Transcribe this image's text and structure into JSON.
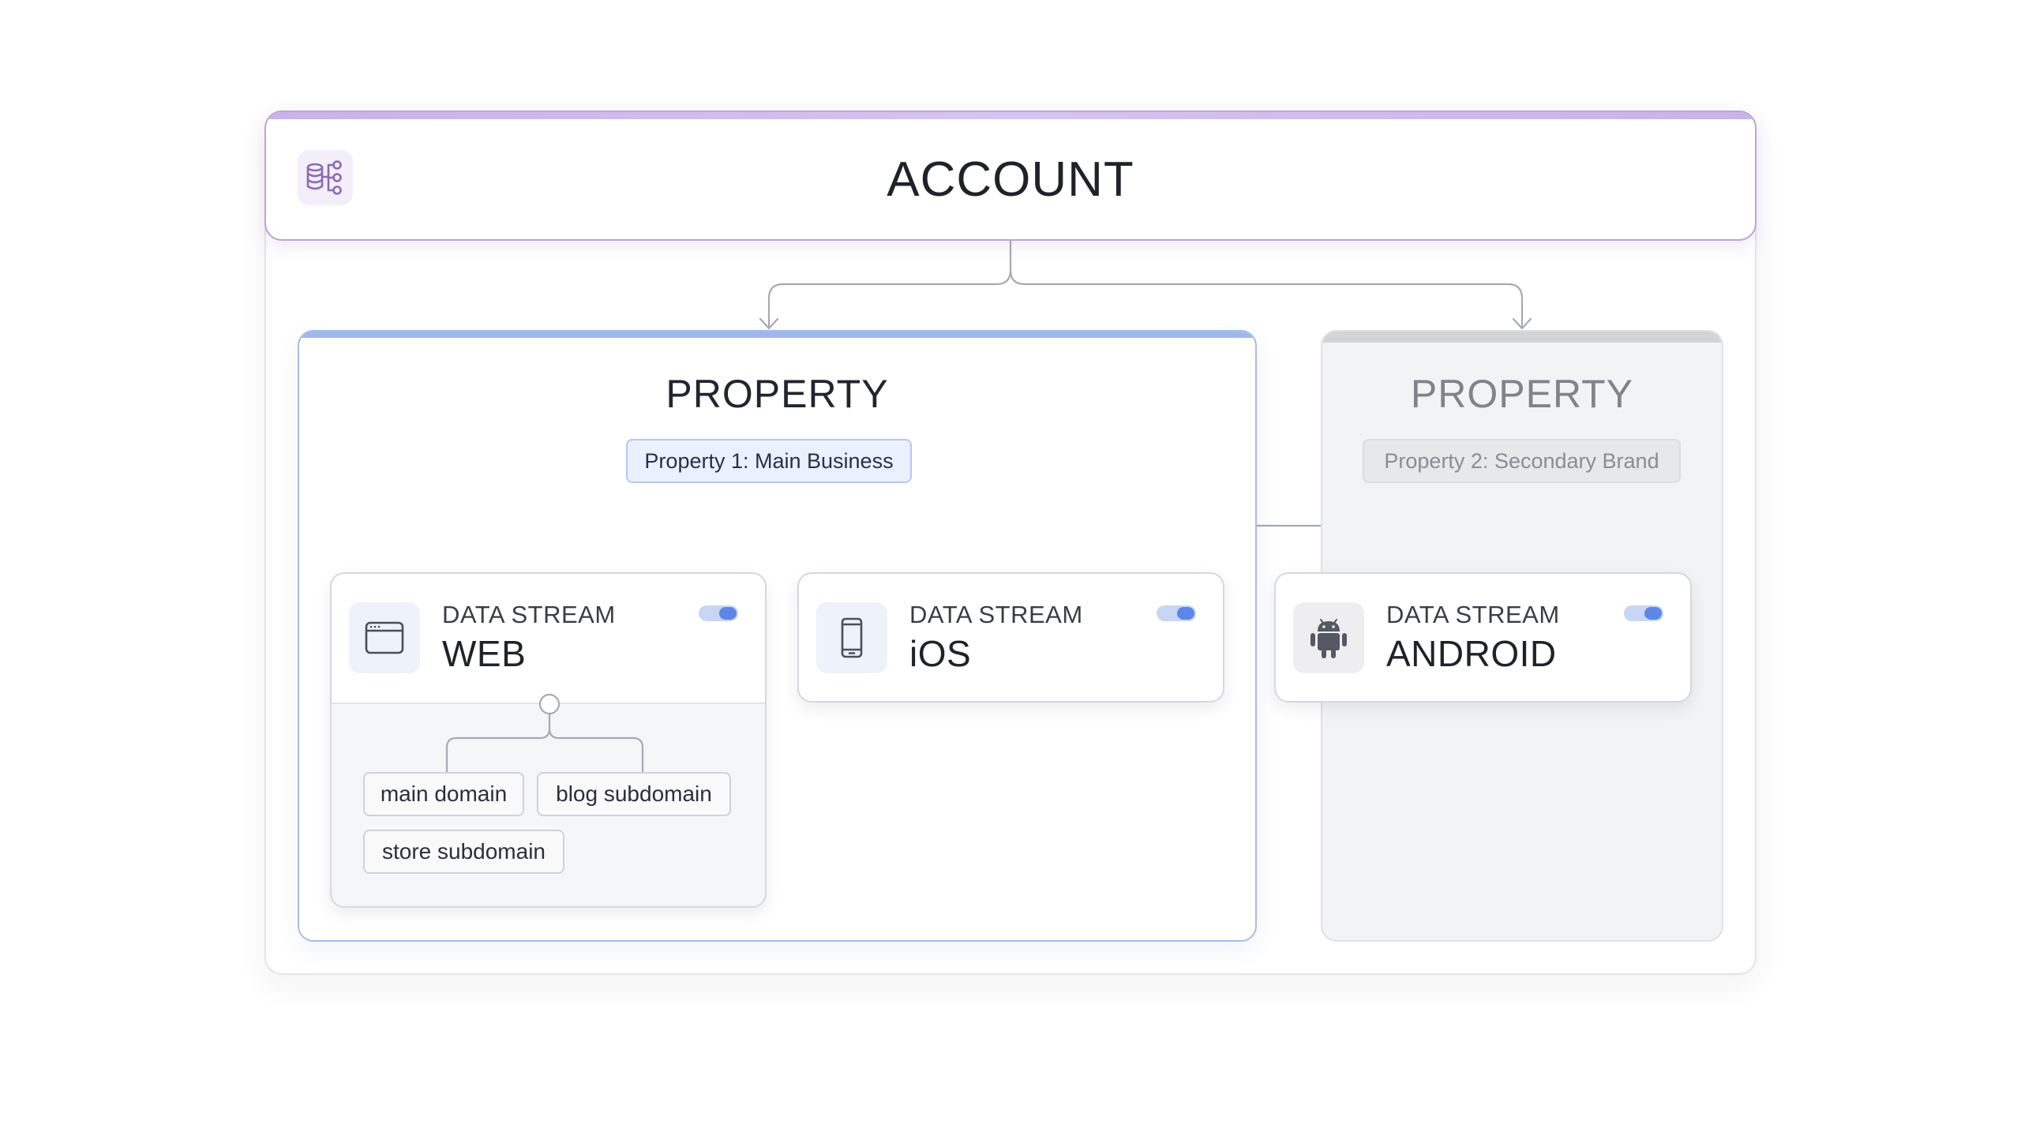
{
  "account": {
    "title": "ACCOUNT",
    "icon": "database-hierarchy-icon"
  },
  "properties": [
    {
      "title": "PROPERTY",
      "badge": "Property 1: Main Business",
      "state": "active",
      "accent": "#9fb8ec"
    },
    {
      "title": "PROPERTY",
      "badge": "Property 2: Secondary Brand",
      "state": "inactive",
      "accent": "#d3d4d7"
    }
  ],
  "streams": [
    {
      "label": "DATA STREAM",
      "name": "WEB",
      "icon": "browser-window-icon",
      "toggle_on": true,
      "domains": [
        "main domain",
        "blog subdomain",
        "store subdomain"
      ]
    },
    {
      "label": "DATA STREAM",
      "name": "iOS",
      "icon": "mobile-phone-icon",
      "toggle_on": true
    },
    {
      "label": "DATA STREAM",
      "name": "ANDROID",
      "icon": "android-icon",
      "toggle_on": true
    }
  ],
  "colors": {
    "account_accent": "#c9b3ea",
    "toggle_on": "#5d86e6",
    "connector": "#a7aab2"
  }
}
